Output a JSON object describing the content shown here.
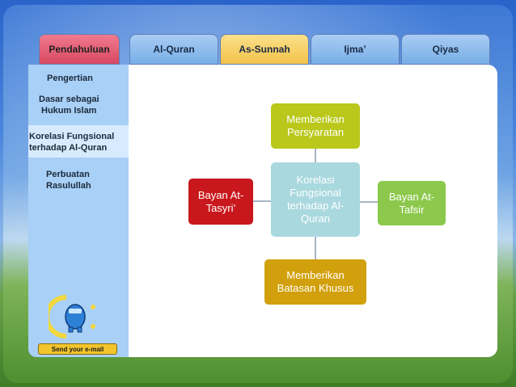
{
  "tabs": [
    {
      "label": "Pendahuluan"
    },
    {
      "label": "Al-Quran"
    },
    {
      "label": "As-Sunnah"
    },
    {
      "label": "Ijma’"
    },
    {
      "label": "Qiyas"
    }
  ],
  "sidebar": {
    "items": [
      {
        "label": "Pengertian"
      },
      {
        "label_line1": "Dasar sebagai",
        "label_line2": "Hukum Islam"
      },
      {
        "label_line1": "Korelasi Fungsional",
        "label_line2": "terhadap Al-Quran"
      },
      {
        "label_line1": "Perbuatan",
        "label_line2": "Rasulullah"
      }
    ],
    "email_label": "Send your e-mail"
  },
  "diagram": {
    "center": "Korelasi Fungsional terhadap Al-Quran",
    "top": "Memberikan Persyaratan",
    "left": "Bayan At-Tasyri’",
    "right": "Bayan At-Tafsir",
    "bottom": "Memberikan Batasan Khusus"
  },
  "colors": {
    "tab_active": "#d84862",
    "tab_highlight": "#f3c24a",
    "tab_default": "#78aee8",
    "sidebar_bg": "#a9d0f6",
    "center_node": "#a9d8df",
    "top_node": "#b9c81b",
    "left_node": "#c9181d",
    "right_node": "#8cc84b",
    "bottom_node": "#d1a00c"
  },
  "icons": {
    "nav_arrow": "arrow-right-icon",
    "logo": "mascot-logo-icon"
  }
}
